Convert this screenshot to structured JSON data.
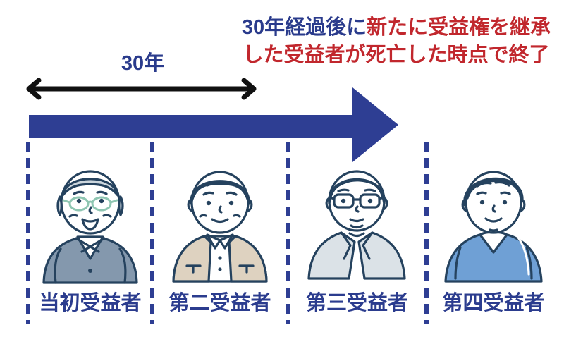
{
  "headline": {
    "line1_blue": "30年経過後に",
    "line1_red": "新たに受益権を継承",
    "line2_red": "した受益者が死亡した時点で終了"
  },
  "duration": {
    "label": "30年"
  },
  "beneficiaries": [
    {
      "label": "当初受益者",
      "icon": "elderly-man-icon"
    },
    {
      "label": "第二受益者",
      "icon": "senior-man-vest-icon"
    },
    {
      "label": "第三受益者",
      "icon": "man-glasses-jacket-icon"
    },
    {
      "label": "第四受益者",
      "icon": "young-man-sweater-icon"
    }
  ],
  "icons": [
    "duration-span-arrow-icon",
    "timeline-arrow-icon",
    "divider-dashed-line"
  ],
  "colors": {
    "accent_blue": "#2e3e93",
    "headline_blue": "#2a3b8c",
    "headline_red": "#c1272d",
    "label_blue": "#2b3c8e",
    "arrow_black": "#111111",
    "outline_navy": "#25425e"
  }
}
